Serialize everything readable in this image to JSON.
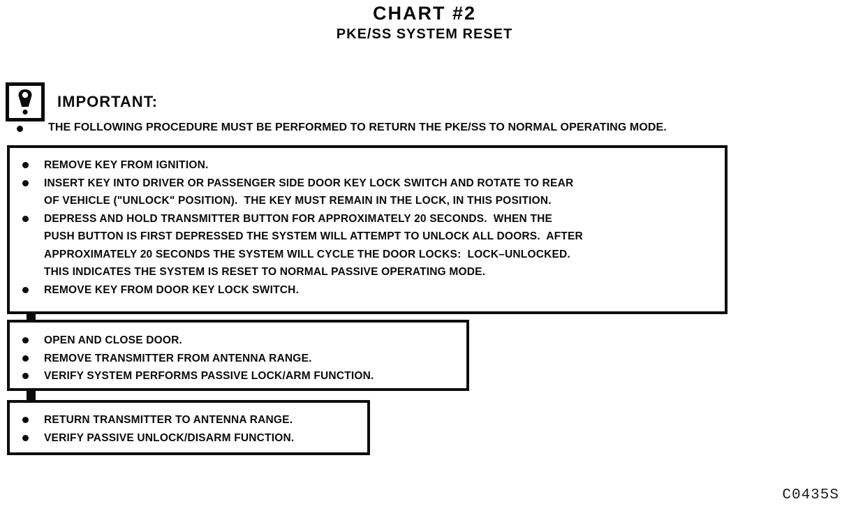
{
  "title": "CHART #2",
  "subtitle": "PKE/SS SYSTEM RESET",
  "important": {
    "icon": "exclamation-warning-icon",
    "label": "IMPORTANT:",
    "note": "THE FOLLOWING PROCEDURE MUST BE PERFORMED TO RETURN THE PKE/SS TO NORMAL OPERATING MODE."
  },
  "boxes": [
    {
      "items": [
        "REMOVE KEY FROM IGNITION.",
        "INSERT KEY INTO DRIVER OR PASSENGER SIDE DOOR KEY LOCK SWITCH AND ROTATE TO REAR\nOF VEHICLE (\"UNLOCK\" POSITION).  THE KEY MUST REMAIN IN THE LOCK, IN THIS POSITION.",
        "DEPRESS AND HOLD TRANSMITTER BUTTON FOR APPROXIMATELY 20 SECONDS.  WHEN THE\nPUSH BUTTON IS FIRST DEPRESSED THE SYSTEM WILL ATTEMPT TO UNLOCK ALL DOORS.  AFTER\nAPPROXIMATELY 20 SECONDS THE SYSTEM WILL CYCLE THE DOOR LOCKS:  LOCK–UNLOCKED.\nTHIS INDICATES THE SYSTEM IS RESET TO NORMAL PASSIVE OPERATING MODE.",
        "REMOVE KEY FROM DOOR KEY LOCK SWITCH."
      ]
    },
    {
      "items": [
        "OPEN AND CLOSE DOOR.",
        "REMOVE TRANSMITTER FROM ANTENNA RANGE.",
        "VERIFY SYSTEM PERFORMS PASSIVE LOCK/ARM FUNCTION."
      ]
    },
    {
      "items": [
        "RETURN TRANSMITTER TO ANTENNA RANGE.",
        "VERIFY PASSIVE UNLOCK/DISARM FUNCTION."
      ]
    }
  ],
  "figure_code": "C0435S",
  "colors": {
    "ink": "#0a0a0a",
    "paper": "#ffffff"
  }
}
